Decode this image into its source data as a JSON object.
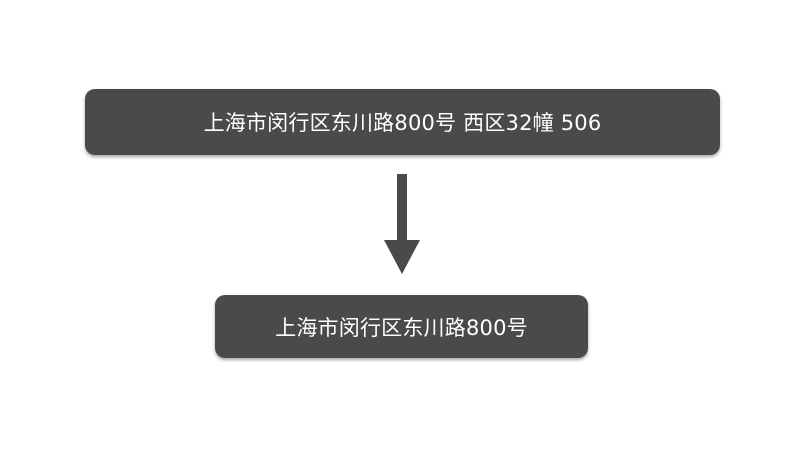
{
  "diagram": {
    "source_address": "上海市闵行区东川路800号 西区32幢 506",
    "target_address": "上海市闵行区东川路800号",
    "box_color": "#4a4a4a",
    "text_color": "#ffffff",
    "arrow_color": "#4a4a4a",
    "arrow_direction": "down"
  }
}
